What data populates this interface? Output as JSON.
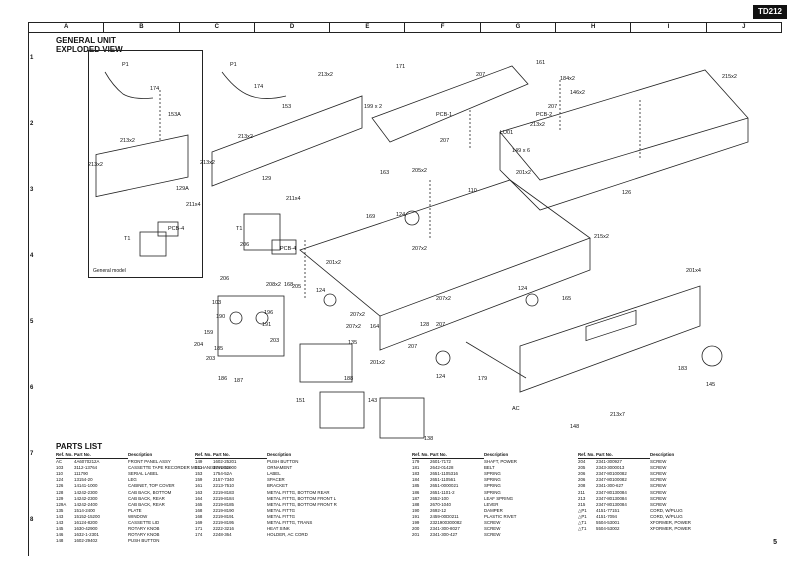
{
  "model_tab": "TD212",
  "grid_cols": [
    "A",
    "B",
    "C",
    "D",
    "E",
    "F",
    "G",
    "H",
    "I",
    "J"
  ],
  "grid_rows": [
    "1",
    "2",
    "3",
    "4",
    "5",
    "6",
    "7",
    "8"
  ],
  "title_line1": "GENERAL UNIT",
  "title_line2": "EXPLODED VIEW",
  "inset_caption": "General model",
  "parts_list_title": "PARTS LIST",
  "page_number": "5",
  "labels": [
    {
      "t": "P1"
    },
    {
      "t": "174"
    },
    {
      "t": "153A"
    },
    {
      "t": "213x2"
    },
    {
      "t": "213x2"
    },
    {
      "t": "129A"
    },
    {
      "t": "211x4"
    },
    {
      "t": "T1"
    },
    {
      "t": "PCB-4"
    },
    {
      "t": "P1"
    },
    {
      "t": "174"
    },
    {
      "t": "153"
    },
    {
      "t": "213x2"
    },
    {
      "t": "213x2"
    },
    {
      "t": "213x2"
    },
    {
      "t": "129"
    },
    {
      "t": "211x4"
    },
    {
      "t": "T1"
    },
    {
      "t": "PCB-4"
    },
    {
      "t": "206"
    },
    {
      "t": "206"
    },
    {
      "t": "171"
    },
    {
      "t": "207"
    },
    {
      "t": "199 x 2"
    },
    {
      "t": "PCB-1"
    },
    {
      "t": "207"
    },
    {
      "t": "163"
    },
    {
      "t": "205x2"
    },
    {
      "t": "161"
    },
    {
      "t": "184x2"
    },
    {
      "t": "146x2"
    },
    {
      "t": "207"
    },
    {
      "t": "PCB-2"
    },
    {
      "t": "LU01"
    },
    {
      "t": "149 x 6"
    },
    {
      "t": "213x2"
    },
    {
      "t": "215x2"
    },
    {
      "t": "126"
    },
    {
      "t": "201x2"
    },
    {
      "t": "110"
    },
    {
      "t": "169"
    },
    {
      "t": "124"
    },
    {
      "t": "207x2"
    },
    {
      "t": "215x2"
    },
    {
      "t": "201x2"
    },
    {
      "t": "207x2"
    },
    {
      "t": "208x2"
    },
    {
      "t": "168"
    },
    {
      "t": "205"
    },
    {
      "t": "124"
    },
    {
      "t": "103"
    },
    {
      "t": "196"
    },
    {
      "t": "191"
    },
    {
      "t": "190"
    },
    {
      "t": "207x2"
    },
    {
      "t": "207x2"
    },
    {
      "t": "128"
    },
    {
      "t": "207"
    },
    {
      "t": "164"
    },
    {
      "t": "165"
    },
    {
      "t": "124"
    },
    {
      "t": "201x4"
    },
    {
      "t": "159"
    },
    {
      "t": "204"
    },
    {
      "t": "185"
    },
    {
      "t": "203"
    },
    {
      "t": "186"
    },
    {
      "t": "187"
    },
    {
      "t": "203"
    },
    {
      "t": "135"
    },
    {
      "t": "201x2"
    },
    {
      "t": "207"
    },
    {
      "t": "124"
    },
    {
      "t": "179"
    },
    {
      "t": "183"
    },
    {
      "t": "145"
    },
    {
      "t": "151"
    },
    {
      "t": "188"
    },
    {
      "t": "143"
    },
    {
      "t": "138"
    },
    {
      "t": "AC"
    },
    {
      "t": "148"
    },
    {
      "t": "213x7"
    }
  ],
  "parts_cols": [
    "Ref. No.",
    "Part No.",
    "Description"
  ],
  "parts": [
    [
      [
        "AC",
        "4A6070212A",
        "FRONT PANEL ASSY"
      ],
      [
        "103",
        "3112-13764",
        "CASSETTE TAPE RECORDER MECHANISM ASSY"
      ],
      [
        "110",
        "111790",
        "SERIAL LABEL"
      ],
      [
        "124",
        "13154-20",
        "LEG"
      ],
      [
        "126",
        "14141-1000",
        "CABINET, TOP COVER"
      ],
      [
        "128",
        "14242-2300",
        "CAB BACK, BOTTOM"
      ],
      [
        "129",
        "14242-2300",
        "CAB BACK, REAR"
      ],
      [
        "129A",
        "14242-2400",
        "CAB BACK, REAR"
      ],
      [
        "135",
        "1514-2400",
        "PLATE"
      ],
      [
        "143",
        "15152-15200",
        "WINDOW"
      ],
      [
        "143",
        "16124-8200",
        "CASSETTE LID"
      ],
      [
        "145",
        "1630-42900",
        "ROTARY KNOB"
      ],
      [
        "146",
        "1632-1-2301",
        "ROTARY KNOB"
      ],
      [
        "148",
        "1602-29402",
        "PUSH BUTTON"
      ]
    ],
    [
      [
        "149",
        "1602-25201",
        "PUSH BUTTON"
      ],
      [
        "151",
        "1761-51900",
        "ORNAMENT"
      ],
      [
        "153",
        "1754-52A",
        "LABEL"
      ],
      [
        "159",
        "2157-7340",
        "SPACER"
      ],
      [
        "161",
        "2213-7510",
        "BRACKET"
      ],
      [
        "163",
        "2219-8183",
        "METAL FITTG, BOTTOM REAR"
      ],
      [
        "164",
        "2219-8184",
        "METAL FITTG, BOTTOM FRONT L"
      ],
      [
        "165",
        "2219-8185",
        "METAL FITTG, BOTTOM FRONT R"
      ],
      [
        "168",
        "2219-8190",
        "METAL FITTG"
      ],
      [
        "168",
        "2219-8191",
        "METAL FITTG"
      ],
      [
        "169",
        "2219-8195",
        "METAL FITTG, TRANS"
      ],
      [
        "171",
        "2222-3216",
        "HEAT SINK"
      ],
      [
        "174",
        "2248-364",
        "HOLDER, AC CORD"
      ]
    ],
    [
      [
        "179",
        "2601-7172",
        "SHAFT, POWER"
      ],
      [
        "181",
        "2642-01428",
        "BELT"
      ],
      [
        "183",
        "2651-1105316",
        "SPRING"
      ],
      [
        "184",
        "2651-110561",
        "SPRING"
      ],
      [
        "185",
        "2651-0000021",
        "SPRING"
      ],
      [
        "186",
        "2651-1101-2",
        "SPRING"
      ],
      [
        "187",
        "2652-100",
        "LEAF SPRING"
      ],
      [
        "188",
        "2670-1040",
        "LEVER"
      ],
      [
        "190",
        "2692-12",
        "DAMPER"
      ],
      [
        "191",
        "2459-00D0211",
        "PLASTIC RIVET"
      ],
      [
        "199",
        "2321900300082",
        "SCREW"
      ],
      [
        "200",
        "2341-300-8027",
        "SCREW"
      ],
      [
        "201",
        "2341-300-427",
        "SCREW"
      ]
    ],
    [
      [
        "204",
        "2341-300927",
        "SCREW"
      ],
      [
        "205",
        "2343-3000013",
        "SCREW"
      ],
      [
        "206",
        "2347-80100082",
        "SCREW"
      ],
      [
        "206",
        "2347-80100082",
        "SCREW"
      ],
      [
        "208",
        "2341-300-627",
        "SCREW"
      ],
      [
        "211",
        "2347-80130084",
        "SCREW"
      ],
      [
        "213",
        "2347-80130084",
        "SCREW"
      ],
      [
        "215",
        "2347-80130084",
        "SCREW"
      ],
      [
        "△P1",
        "4151-77151",
        "CORD, W/PLUG"
      ],
      [
        "△P1",
        "4151-7094",
        "CORD, W/PLUG"
      ],
      [
        "△T1",
        "5504-53001",
        "XFORMER, POWER"
      ],
      [
        "△T1",
        "5504-53002",
        "XFORMER, POWER"
      ]
    ]
  ]
}
